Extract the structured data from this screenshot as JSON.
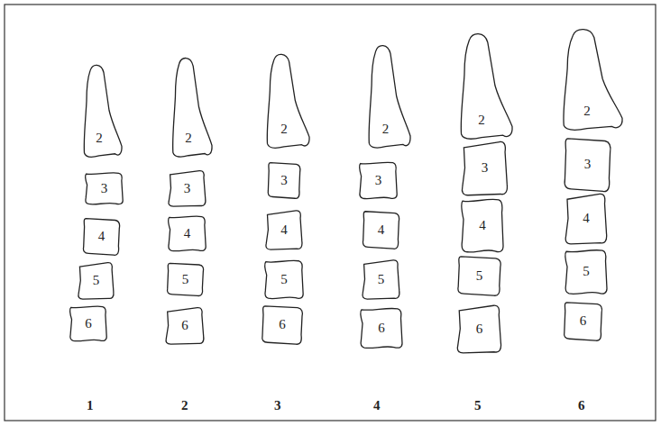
{
  "diagram": {
    "nodes": [
      {
        "text": [
          "2"
        ]
      },
      {
        "text": [
          "3"
        ]
      },
      {
        "text": [
          "4"
        ]
      },
      {
        "text": [
          "5"
        ]
      },
      {
        "text": [
          "6"
        ]
      },
      {
        "text": [
          "2"
        ]
      },
      {
        "text": [
          "3"
        ]
      },
      {
        "text": [
          "4"
        ]
      },
      {
        "text": [
          "5"
        ]
      },
      {
        "text": [
          "6"
        ]
      },
      {
        "text": [
          "2"
        ]
      },
      {
        "text": [
          "3"
        ]
      },
      {
        "text": [
          "4"
        ]
      },
      {
        "text": [
          "5"
        ]
      },
      {
        "text": [
          "6"
        ]
      },
      {
        "text": [
          "2"
        ]
      },
      {
        "text": [
          "3"
        ]
      },
      {
        "text": [
          "4"
        ]
      },
      {
        "text": [
          "5"
        ]
      },
      {
        "text": [
          "6"
        ]
      },
      {
        "text": [
          "2"
        ]
      },
      {
        "text": [
          "3"
        ]
      },
      {
        "text": [
          "4"
        ]
      },
      {
        "text": [
          "5"
        ]
      },
      {
        "text": [
          "6"
        ]
      },
      {
        "text": [
          "2"
        ]
      },
      {
        "text": [
          "3"
        ]
      },
      {
        "text": [
          "4"
        ]
      },
      {
        "text": [
          "5"
        ]
      },
      {
        "text": [
          "6"
        ]
      }
    ],
    "labels": [
      "1",
      "2",
      "3",
      "4",
      "5",
      "6"
    ]
  }
}
